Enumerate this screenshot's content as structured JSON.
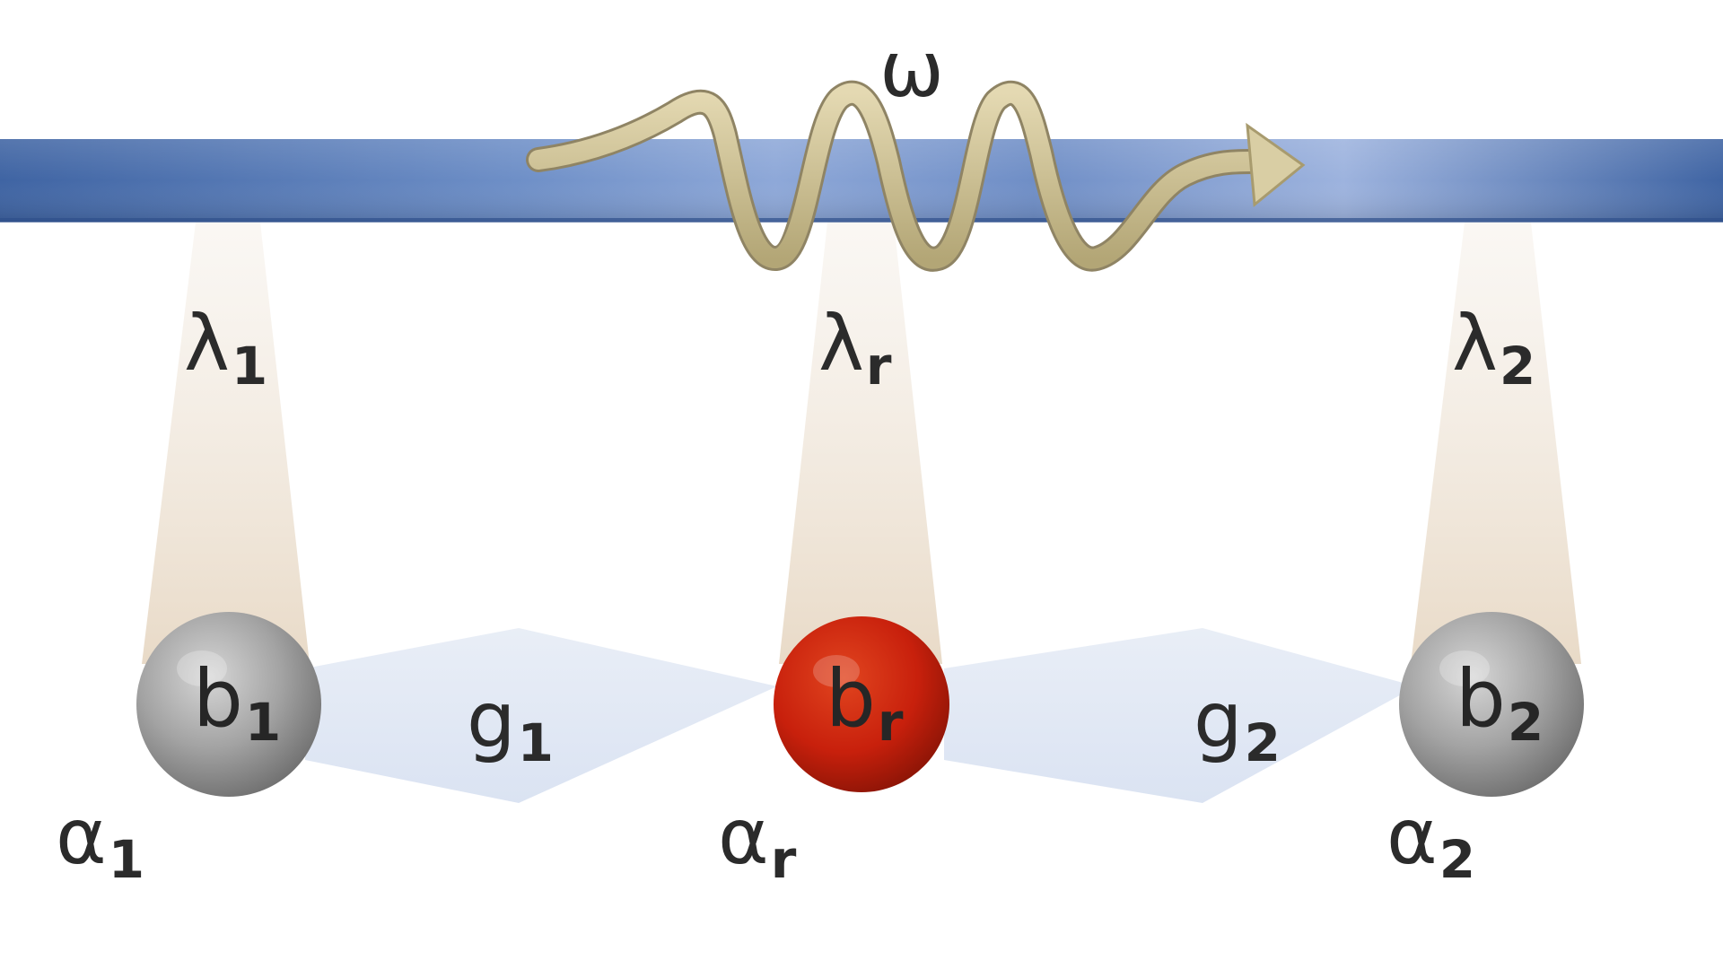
{
  "drive": {
    "symbol": "ω"
  },
  "couplings_lambda": [
    {
      "symbol": "λ",
      "sub": "1"
    },
    {
      "symbol": "λ",
      "sub": "r"
    },
    {
      "symbol": "λ",
      "sub": "2"
    }
  ],
  "modes": [
    {
      "symbol": "b",
      "sub": "1",
      "color": "#8f8f8f"
    },
    {
      "symbol": "b",
      "sub": "r",
      "color": "#c8200c"
    },
    {
      "symbol": "b",
      "sub": "2",
      "color": "#8f8f8f"
    }
  ],
  "couplings_g": [
    {
      "symbol": "g",
      "sub": "1"
    },
    {
      "symbol": "g",
      "sub": "2"
    }
  ],
  "alphas": [
    {
      "symbol": "α",
      "sub": "1"
    },
    {
      "symbol": "α",
      "sub": "r"
    },
    {
      "symbol": "α",
      "sub": "2"
    }
  ],
  "colors": {
    "waveguide": "#4a6fae",
    "photon_path": "#c9bc8c",
    "resonator": "#c8200c",
    "oscillator": "#8f8f8f",
    "coupling_beam": "#e8dccb",
    "coupling_diamond": "#dbe4f2"
  }
}
